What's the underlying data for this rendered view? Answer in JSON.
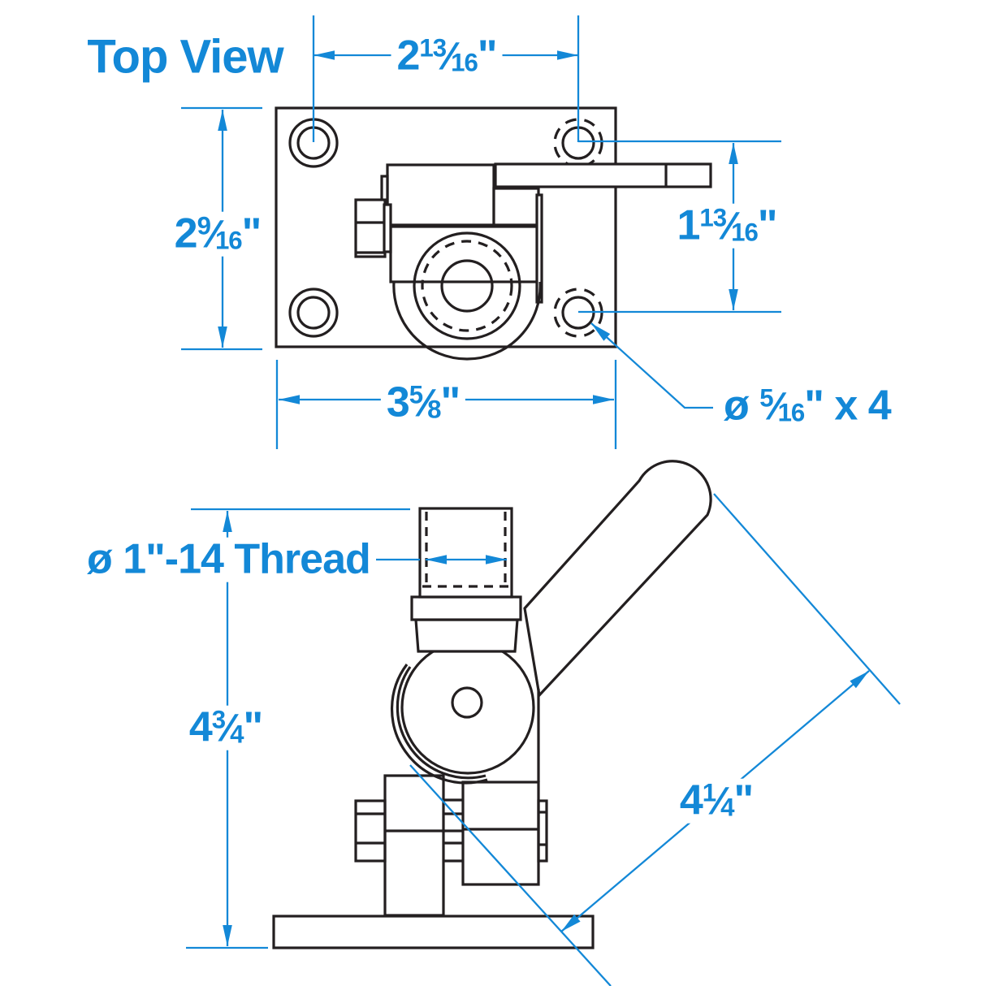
{
  "page": {
    "title": "Top View"
  },
  "colors": {
    "dimension_blue": "#1388d7",
    "drawing_black": "#231f20",
    "background": "#ffffff"
  },
  "dimensions": {
    "top_hole_spacing_horizontal": {
      "whole": "2",
      "num": "13",
      "den": "16",
      "unit": "\""
    },
    "plate_height": {
      "whole": "2",
      "num": "9",
      "den": "16",
      "unit": "\""
    },
    "right_hole_spacing_vertical": {
      "whole": "1",
      "num": "13",
      "den": "16",
      "unit": "\""
    },
    "plate_width": {
      "whole": "3",
      "num": "5",
      "den": "8",
      "unit": "\""
    },
    "mounting_hole_callout": {
      "prefix": "ø ",
      "num": "5",
      "den": "16",
      "unit": "\"",
      "suffix": " x 4"
    },
    "thread_callout": {
      "prefix": "ø 1\"-14 Thread"
    },
    "overall_height": {
      "whole": "4",
      "num": "3",
      "den": "4",
      "unit": "\""
    },
    "diagonal_length": {
      "whole": "4",
      "num": "1",
      "den": "4",
      "unit": "\""
    }
  }
}
